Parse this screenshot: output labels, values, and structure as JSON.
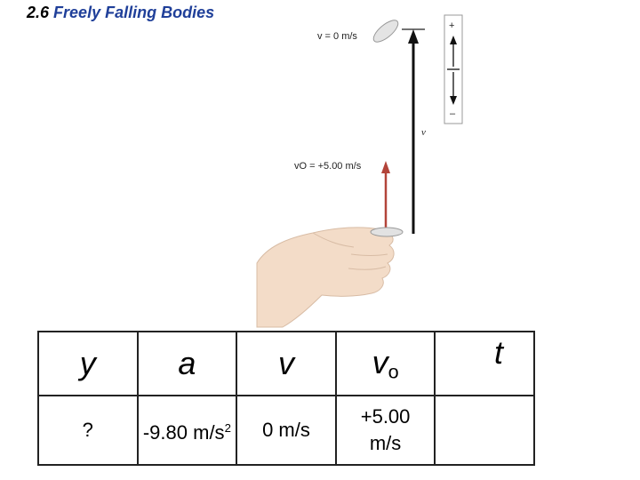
{
  "title": {
    "section": "2.6",
    "text": "Freely Falling Bodies"
  },
  "figure": {
    "top_velocity_label": "v = 0 m/s",
    "initial_velocity_label": "vO = +5.00 m/s",
    "arrow_label": "v",
    "axis_plus": "+",
    "axis_minus": "–",
    "colors": {
      "initial_arrow": "#b3443a",
      "motion_arrow": "#111111",
      "hand": "#f3dcc8"
    }
  },
  "table": {
    "headers": {
      "y": "y",
      "a": "a",
      "v": "v",
      "vo_base": "v",
      "vo_sub": "o",
      "t": "t"
    },
    "values": {
      "y": "?",
      "a_base": "-9.80 m/s",
      "a_exp": "2",
      "v": "0 m/s",
      "vo_line1": "+5.00",
      "vo_line2": "m/s",
      "t": ""
    }
  }
}
